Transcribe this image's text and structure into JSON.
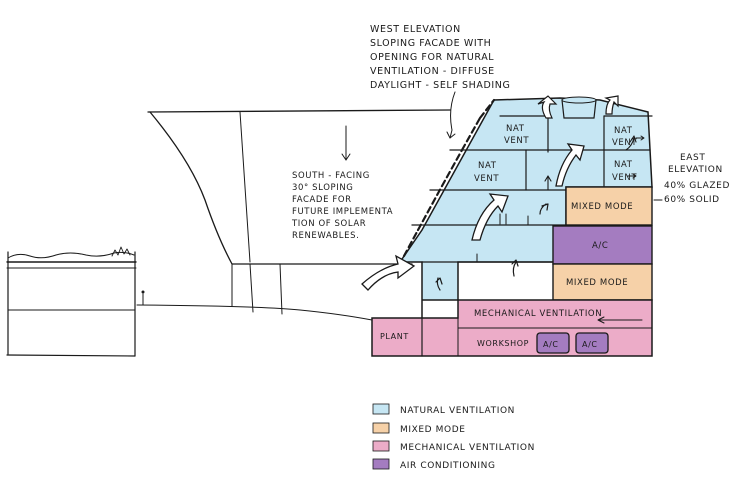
{
  "colors": {
    "natural_ventilation": "#c6e6f3",
    "mixed_mode": "#f6d1a8",
    "mechanical_ventilation": "#ecacc8",
    "air_conditioning": "#a47cc0",
    "ink": "#1a1a1a"
  },
  "annotations": {
    "west": [
      "WEST ELEVATION",
      "SLOPING FACADE WITH",
      "OPENING FOR NATURAL",
      "VENTILATION - DIFFUSE",
      "DAYLIGHT - SELF SHADING"
    ],
    "south": [
      "SOUTH - FACING",
      "30° SLOPING",
      "FACADE FOR",
      "FUTURE IMPLEMENTA",
      "TION OF SOLAR",
      "RENEWABLES."
    ],
    "east": [
      "EAST",
      "ELEVATION",
      "40% GLAZED",
      "60% SOLID"
    ]
  },
  "zones": {
    "nat_vent_label": [
      "NAT",
      "VENT"
    ],
    "mixed_mode": "MIXED MODE",
    "ac": "A/C",
    "mechanical_ventilation": "MECHANICAL VENTILATION",
    "plant": "PLANT",
    "workshop": "WORKSHOP"
  },
  "legend": [
    {
      "label": "NATURAL VENTILATION",
      "color_key": "natural_ventilation"
    },
    {
      "label": "MIXED MODE",
      "color_key": "mixed_mode"
    },
    {
      "label": "MECHANICAL VENTILATION",
      "color_key": "mechanical_ventilation"
    },
    {
      "label": "AIR CONDITIONING",
      "color_key": "air_conditioning"
    }
  ]
}
